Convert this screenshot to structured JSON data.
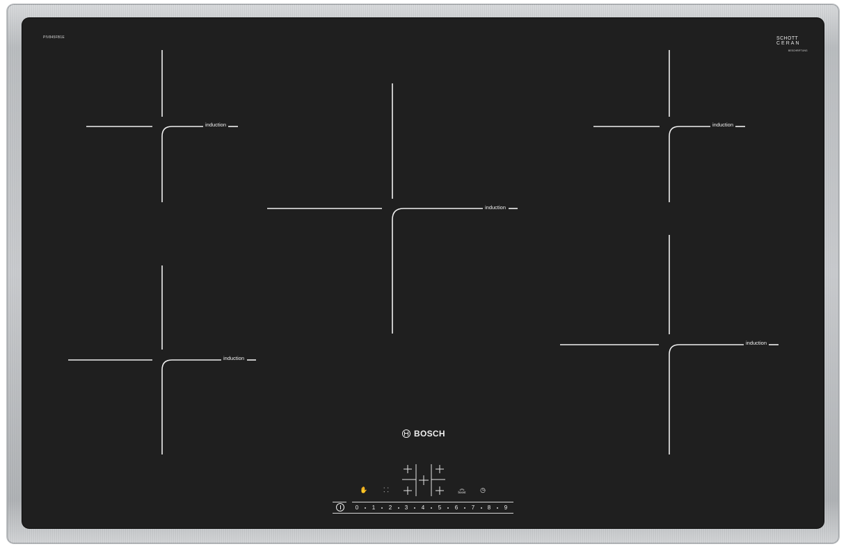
{
  "cooktop": {
    "brand": "BOSCH",
    "model_code": "PIV845FB1E",
    "glass_brand_line1": "SCHOTT",
    "glass_brand_line2": "CERAN",
    "glass_code": "BESCHRIFTUNG",
    "colors": {
      "glass": "#1f1f1f",
      "frame": "#c4c6c8",
      "markings": "#f0f0f0"
    }
  },
  "zones": [
    {
      "id": "front-left-top",
      "label": "induction"
    },
    {
      "id": "rear-left",
      "label": "induction"
    },
    {
      "id": "center",
      "label": "induction"
    },
    {
      "id": "top-right",
      "label": "induction"
    },
    {
      "id": "bottom-right",
      "label": "induction"
    }
  ],
  "controls": {
    "icons": [
      {
        "name": "hand-icon",
        "glyph": "✋"
      },
      {
        "name": "key-lock-icon",
        "glyph": "⸬"
      },
      {
        "name": "timer-icon",
        "glyph": "◷"
      }
    ],
    "boost_label": "boost",
    "slider_values": [
      "0",
      "1",
      "2",
      "3",
      "4",
      "5",
      "6",
      "7",
      "8",
      "9"
    ],
    "power_icon": "power-icon"
  }
}
